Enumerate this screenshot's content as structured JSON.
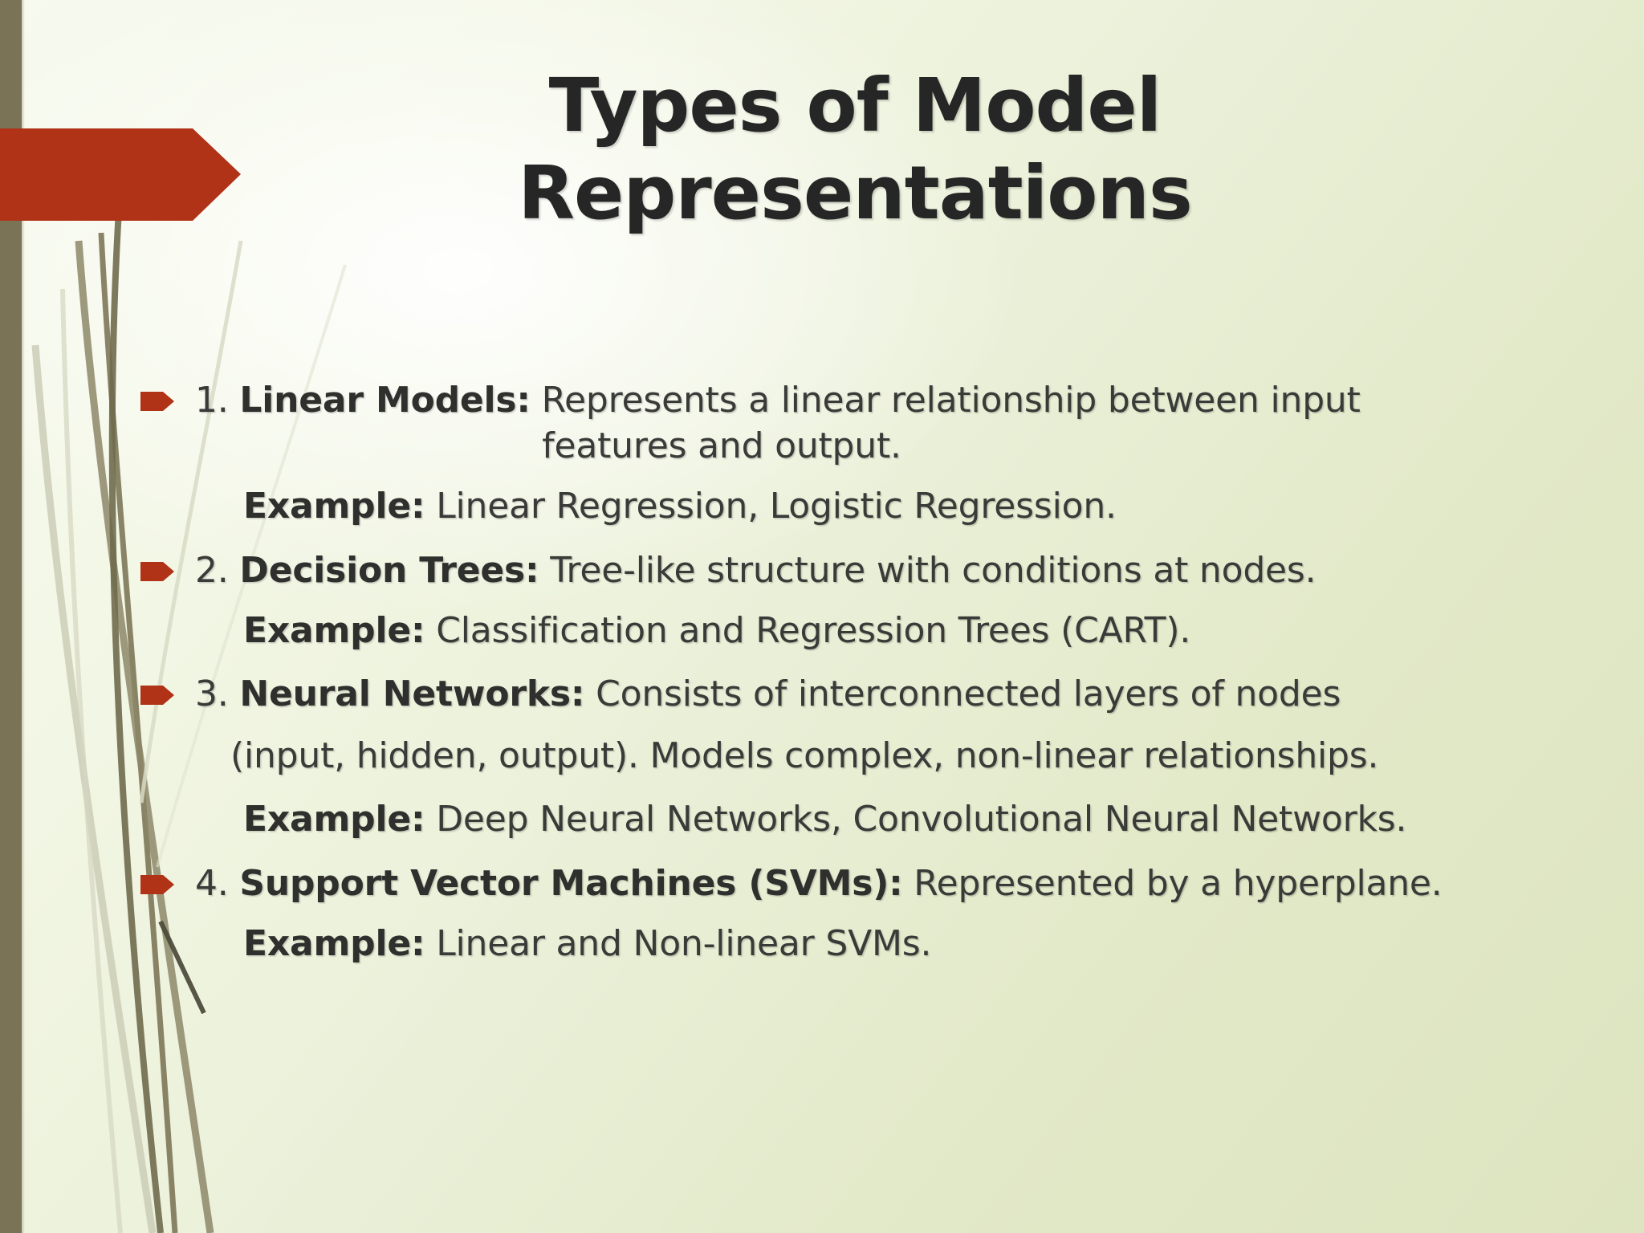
{
  "slide": {
    "title": {
      "line1": "Types of Model",
      "line2": "Representations"
    },
    "theme": {
      "accent_red": "#B03217",
      "band_olive": "#7A7355",
      "background_light": "#F7FAEF",
      "background_sage": "#DDE4BF",
      "text_color": "#3A3A38"
    },
    "bullets": [
      {
        "marker": "arrow-bullet-icon",
        "number": "1.",
        "lead": "Linear Models:",
        "text": " Represents a linear relationship between input",
        "wrapped_line": "features and output.",
        "example_lead": "Example:",
        "example_text": " Linear Regression, Logistic Regression."
      },
      {
        "marker": "arrow-bullet-icon",
        "number": "2.",
        "lead": "Decision Trees:",
        "text": " Tree-like structure with conditions at nodes.",
        "example_lead": "Example:",
        "example_text": " Classification and Regression Trees (CART)."
      },
      {
        "marker": "arrow-bullet-icon",
        "number": "3.",
        "lead": "Neural Networks:",
        "text": " Consists of interconnected layers of nodes",
        "continuation": "(input,  hidden, output). Models complex, non-linear relationships.",
        "example_lead": "Example:",
        "example_text": " Deep Neural Networks, Convolutional Neural Networks."
      },
      {
        "marker": "arrow-bullet-icon",
        "number": "4.",
        "lead": "Support Vector Machines (SVMs):",
        "text": " Represented by a hyperplane.",
        "example_lead": "Example:",
        "example_text": " Linear and Non-linear SVMs."
      }
    ]
  }
}
